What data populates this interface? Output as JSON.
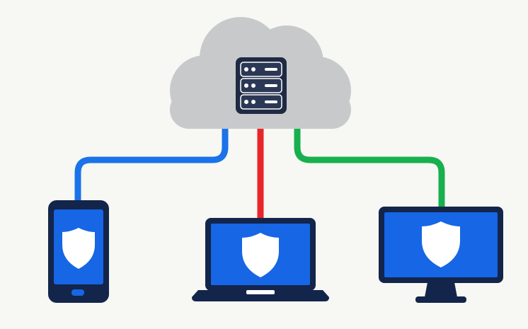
{
  "diagram": {
    "background_color": "#f7f7f3",
    "hub": {
      "shape": "cloud",
      "icon": "server-rack-icon",
      "cloud_color": "#c8c9cb",
      "rack_color": "#1f2a44",
      "rack_unit_count": 3
    },
    "connections": [
      {
        "from": "cloud",
        "to": "phone",
        "color": "#1a73e8"
      },
      {
        "from": "cloud",
        "to": "laptop",
        "color": "#e8262a"
      },
      {
        "from": "cloud",
        "to": "monitor",
        "color": "#17b04f"
      }
    ],
    "devices": [
      {
        "id": "phone",
        "type": "smartphone",
        "badge": "shield-icon"
      },
      {
        "id": "laptop",
        "type": "laptop",
        "badge": "shield-icon"
      },
      {
        "id": "monitor",
        "type": "desktop-monitor",
        "badge": "shield-icon"
      }
    ],
    "colors": {
      "device_frame": "#13254a",
      "device_screen": "#1666e6",
      "shield": "#ffffff"
    }
  }
}
